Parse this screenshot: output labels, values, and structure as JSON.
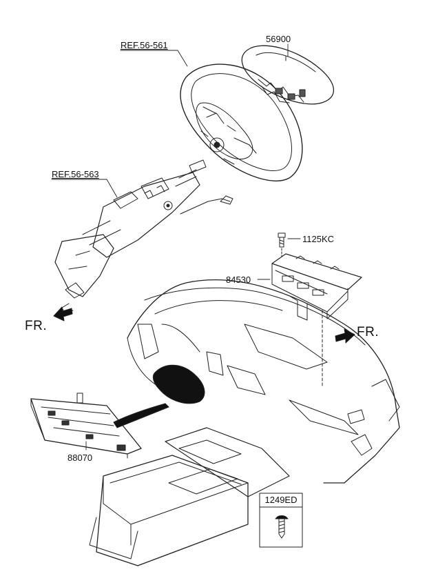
{
  "labels": {
    "ref_wheel": "REF.56-561",
    "airbag_driver": "56900",
    "ref_column": "REF.56-563",
    "bolt": "1125KC",
    "airbag_passenger": "84530",
    "fr_left": "FR.",
    "fr_right": "FR.",
    "switch_module": "88070",
    "screw_box": "1249ED"
  }
}
